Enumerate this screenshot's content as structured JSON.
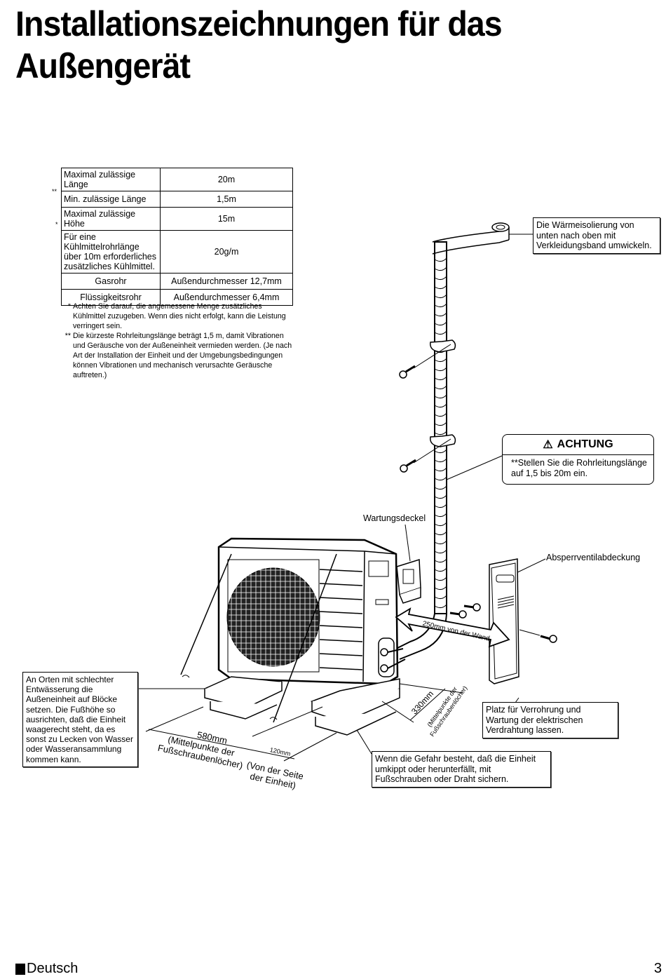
{
  "page": {
    "title_line1": "Installationszeichnungen für das",
    "title_line2": "Außengerät",
    "footer_language": "Deutsch",
    "page_number": "3"
  },
  "spec_table": {
    "rows": [
      {
        "mark": "",
        "label": "Maximal zulässige Länge",
        "value": "20m"
      },
      {
        "mark": "**",
        "label": "Min. zulässige Länge",
        "value": "1,5m"
      },
      {
        "mark": "",
        "label": "Maximal zulässige Höhe",
        "value": "15m"
      },
      {
        "mark": "*",
        "label": "Für eine Kühlmittelrohrlänge über 10m erforderliches zusätzliches Kühlmittel.",
        "value": "20g/m"
      },
      {
        "mark": "",
        "label": "Gasrohr",
        "value": "Außendurchmesser 12,7mm"
      },
      {
        "mark": "",
        "label": "Flüssigkeitsrohr",
        "value": "Außendurchmesser 6,4mm"
      }
    ]
  },
  "notes": [
    {
      "mark": "*",
      "text": "Achten Sie darauf, die angemessene Menge zusätzliches Kühlmittel zuzugeben. Wenn dies nicht erfolgt, kann die Leistung verringert sein."
    },
    {
      "mark": "**",
      "text": "Die kürzeste Rohrleitungslänge beträgt 1,5 m, damit Vibrationen und Geräusche von der Außeneinheit vermieden werden. (Je nach Art der Installation der Einheit und der Umgebungsbedingungen können Vibrationen und mechanisch verursachte Geräusche auftreten.)"
    }
  ],
  "callouts": {
    "insulation": "Die Wärmeisolierung von unten nach oben mit Verkleidungsband umwickeln.",
    "achtung_title": "ACHTUNG",
    "achtung_text": "**Stellen Sie die Rohrleitungslänge auf 1,5 bis 20m ein.",
    "service_cover": "Wartungsdeckel",
    "valve_cover": "Absperrventilabdeckung",
    "wall_distance": "250mm von der Wand",
    "blocks": "An Orten mit schlechter Entwässerung die Außeneinheit auf Blöcke setzen. Die Fußhöhe so ausrichten, daß die Einheit waagerecht steht, da es sonst zu Lecken von Wasser oder Wasseransammlung kommen kann.",
    "space": "Platz für Verrohrung und Wartung der elektrischen Verdrahtung lassen.",
    "secure": "Wenn die Gefahr besteht, daß die Einheit umkippt oder herunterfällt, mit Fußschrauben oder Draht sichern."
  },
  "dimensions": {
    "width_value": "580mm",
    "width_note": "(Mittelpunkte der Fußschraubenlöcher)",
    "side_value": "120mm",
    "side_note": "(Von der Seite der Einheit)",
    "depth_value": "330mm",
    "depth_note": "(Mittelpunkte der Fußschraubenlöcher)"
  }
}
